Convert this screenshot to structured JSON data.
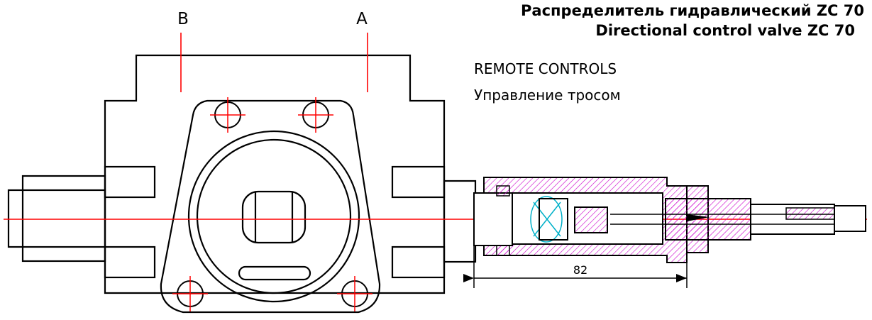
{
  "title": {
    "ru": "Распределитель гидравлический ZC 70",
    "en": "Directional control valve ZC 70"
  },
  "subtitle": {
    "en": "REMOTE CONTROLS",
    "ru": "Управление тросом"
  },
  "ports": {
    "b": "B",
    "a": "A"
  },
  "dimension": {
    "value": "82"
  },
  "colors": {
    "outline": "#000000",
    "centerline": "#ff0000",
    "hatch": "#cc00cc",
    "spring": "#00b0c8"
  }
}
